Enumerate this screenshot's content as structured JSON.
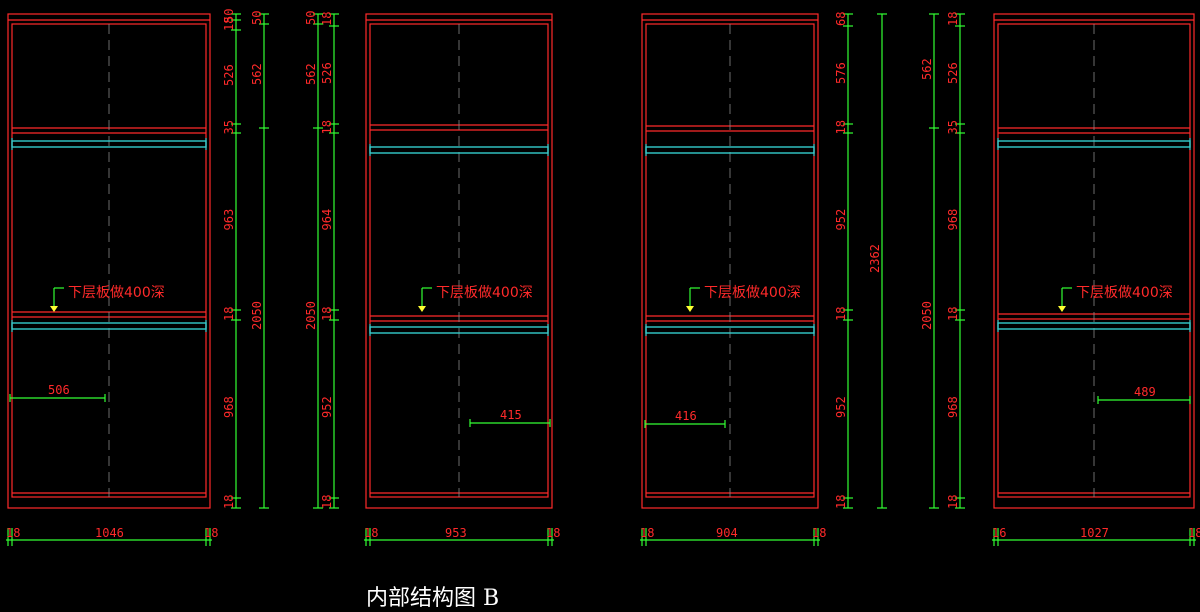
{
  "caption": "内部结构图 B",
  "colors": {
    "background": "#000000",
    "outline": "#ff2a2a",
    "dimension_line": "#33ff33",
    "hanging_rod": "#33cccc",
    "centerline": "#888888",
    "text": "#ff2a2a",
    "marker": "#ffff33"
  },
  "panels": [
    {
      "shelf_note": "下层板做400深",
      "width_labels": [
        "18",
        "1046",
        "18"
      ],
      "inner_width_label": "506",
      "heights_near": [
        "50",
        "18",
        "526",
        "35",
        "963",
        "18",
        "968",
        "18"
      ],
      "heights_far": [
        "50",
        "562",
        "2050"
      ]
    },
    {
      "shelf_note": "下层板做400深",
      "width_labels": [
        "18",
        "953",
        "18"
      ],
      "inner_width_label": "415",
      "heights_near": [
        "18",
        "526",
        "18",
        "964",
        "18",
        "952",
        "18"
      ],
      "heights_far": [
        "50",
        "562",
        "2050"
      ]
    },
    {
      "shelf_note": "下层板做400深",
      "width_labels": [
        "18",
        "904",
        "18"
      ],
      "inner_width_label": "416",
      "heights_near": [
        "68",
        "576",
        "18",
        "952",
        "18",
        "952",
        "18"
      ],
      "heights_far": [
        "2362"
      ]
    },
    {
      "shelf_note": "下层板做400深",
      "width_labels": [
        "16",
        "1027",
        "18"
      ],
      "inner_width_label": "489",
      "heights_near": [
        "18",
        "526",
        "35",
        "968",
        "18",
        "968",
        "18"
      ],
      "heights_far": [
        "562",
        "2050"
      ]
    }
  ]
}
